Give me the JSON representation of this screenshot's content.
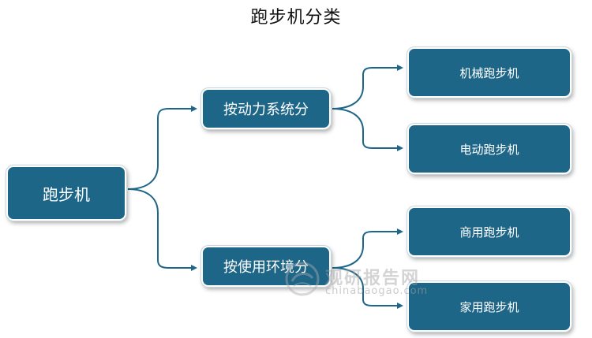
{
  "title": "跑步机分类",
  "root": {
    "label": "跑步机"
  },
  "categories": [
    {
      "label": "按动力系统分",
      "children": [
        "机械跑步机",
        "电动跑步机"
      ]
    },
    {
      "label": "按使用环境分",
      "children": [
        "商用跑步机",
        "家用跑步机"
      ]
    }
  ],
  "colors": {
    "node_fill": "#1e6688",
    "connector": "#1e6688"
  },
  "watermark": {
    "brand": "观研报告网",
    "url": "chinabaogao.com"
  }
}
